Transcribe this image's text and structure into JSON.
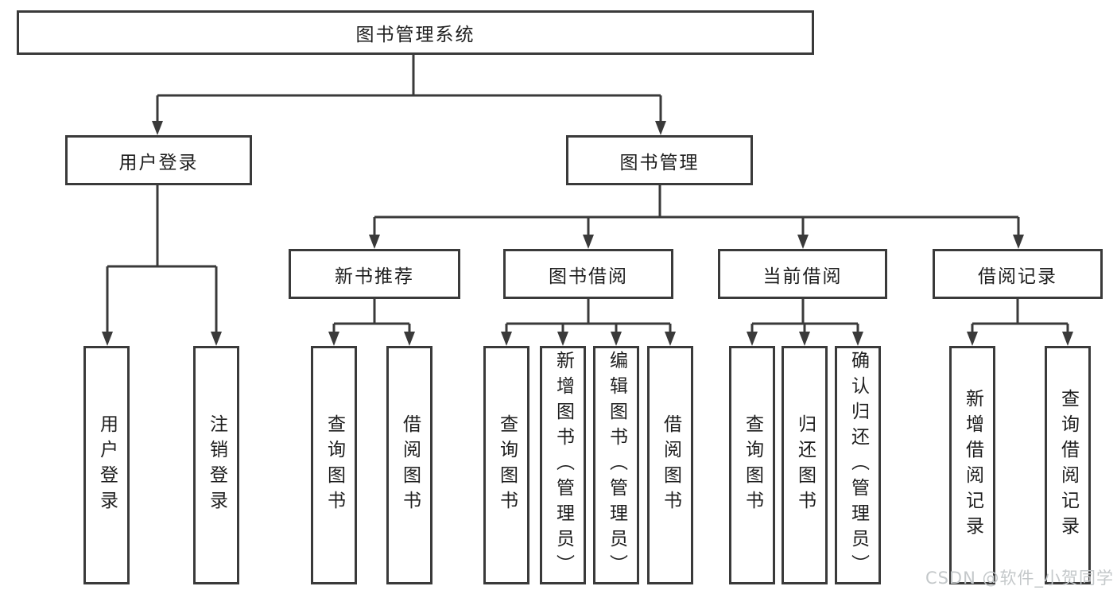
{
  "root": {
    "label": "图书管理系统"
  },
  "login": {
    "label": "用户登录",
    "children": [
      {
        "label": "用户登录"
      },
      {
        "label": "注销登录"
      }
    ]
  },
  "mgmt": {
    "label": "图书管理",
    "groups": [
      {
        "label": "新书推荐",
        "children": [
          {
            "label": "查询图书"
          },
          {
            "label": "借阅图书"
          }
        ]
      },
      {
        "label": "图书借阅",
        "children": [
          {
            "label": "查询图书"
          },
          {
            "label": "新增图书（管理员）"
          },
          {
            "label": "编辑图书（管理员）"
          },
          {
            "label": "借阅图书"
          }
        ]
      },
      {
        "label": "当前借阅",
        "children": [
          {
            "label": "查询图书"
          },
          {
            "label": "归还图书"
          },
          {
            "label": "确认归还（管理员）"
          }
        ]
      },
      {
        "label": "借阅记录",
        "children": [
          {
            "label": "新增借阅记录"
          },
          {
            "label": "查询借阅记录"
          }
        ]
      }
    ]
  },
  "watermark": "CSDN @软件_小贺同学",
  "colors": {
    "line": "#3a3a3a",
    "box_border": "#3a3a3a",
    "text": "#1e1e1e",
    "watermark": "#c4c8ca",
    "background": "#ffffff"
  }
}
